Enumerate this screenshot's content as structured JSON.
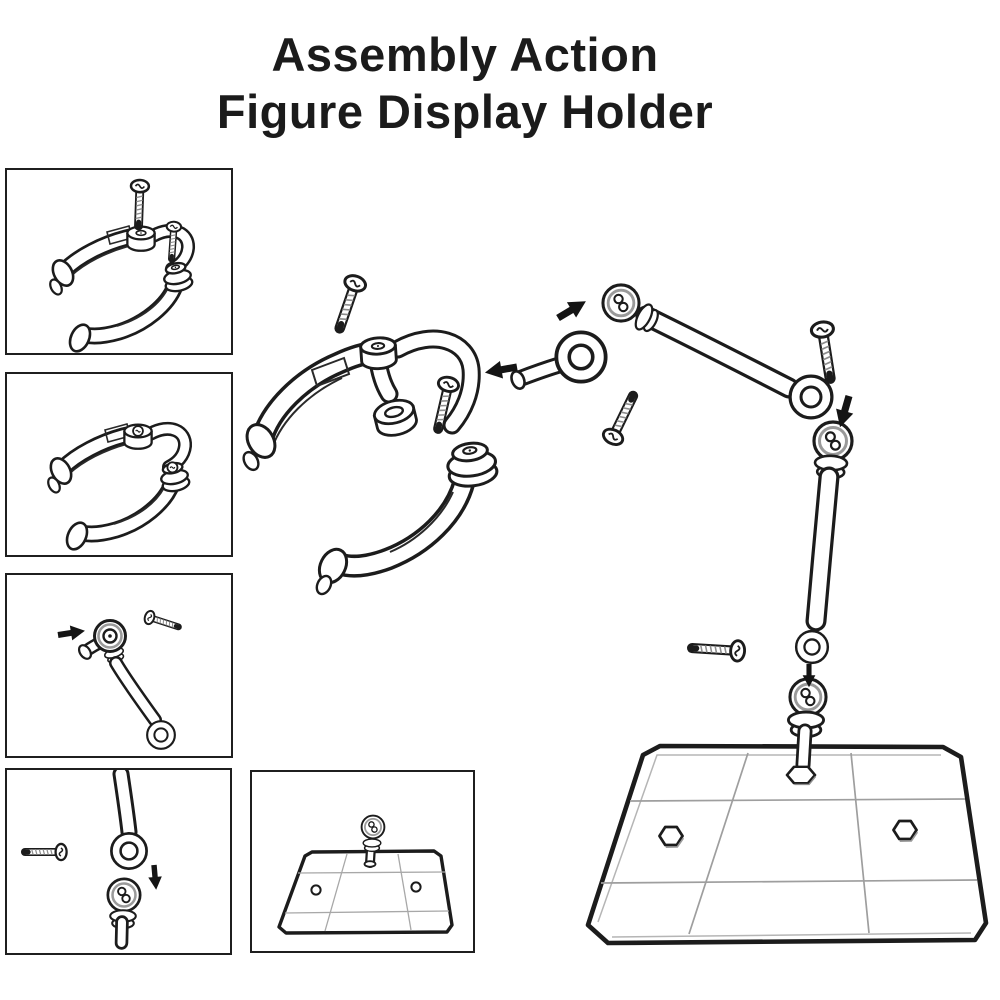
{
  "title": {
    "line1": "Assembly Action",
    "line2": "Figure Display Holder"
  },
  "colors": {
    "ink": "#1c1c1c",
    "background": "#ffffff",
    "thread_shading": "#8d8d8d",
    "plate_grid": "#9e9e9e"
  },
  "figure": {
    "panels": [
      {
        "id": "step-panel-1",
        "depicts": "clamp with two screws exploded above joints"
      },
      {
        "id": "step-panel-2",
        "depicts": "clamp with screws installed"
      },
      {
        "id": "step-panel-3",
        "depicts": "ball-joint arm with side screw and arrow"
      },
      {
        "id": "step-panel-4",
        "depicts": "arm eyelet, horizontal screw, ball joint below"
      },
      {
        "id": "step-panel-5",
        "depicts": "base plate with ball post attached"
      }
    ],
    "main_diagram": "exploded view: clamp, ball link, two-segment articulated arm, screws and base plate"
  },
  "icons": {
    "arrows": [
      "arrow-left-icon",
      "arrow-up-right-icon",
      "arrow-down-icon",
      "arrow-down-small-icon",
      "arrow-right-icon",
      "arrow-down-panel-icon"
    ]
  }
}
